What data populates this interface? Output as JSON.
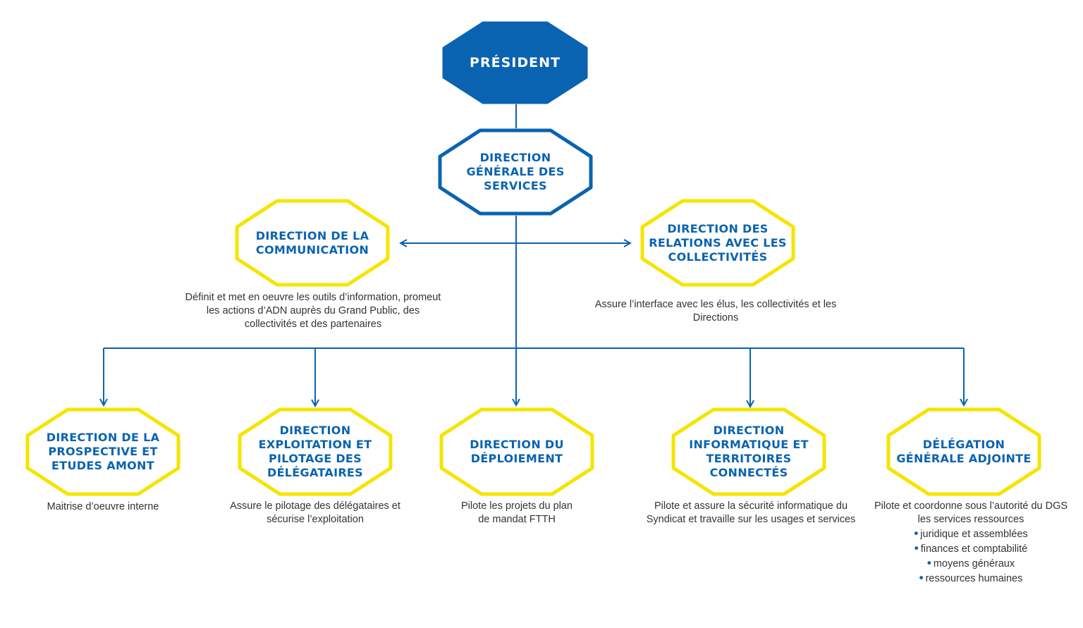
{
  "colors": {
    "blue": "#0a63b0",
    "yellow": "#f5e400",
    "text": "#333333"
  },
  "nodes": {
    "president": {
      "label": "PRÉSIDENT"
    },
    "dgs": {
      "label": "DIRECTION GÉNÉRALE DES SERVICES"
    },
    "communication": {
      "label": "DIRECTION DE LA COMMUNICATION",
      "desc": "Définit et met en oeuvre les outils d’information, promeut les actions d’ADN auprès du Grand Public, des collectivités et des partenaires"
    },
    "relations": {
      "label": "DIRECTION DES RELATIONS AVEC LES COLLECTIVITÉS",
      "desc": "Assure l’interface avec les élus, les collectivités et les Directions"
    },
    "prospective": {
      "label": "DIRECTION DE LA PROSPECTIVE ET ETUDES AMONT",
      "desc": "Maitrise d’oeuvre interne"
    },
    "exploitation": {
      "label": "DIRECTION EXPLOITATION ET PILOTAGE DES DÉLÉGATAIRES",
      "desc": "Assure le pilotage des délégataires et sécurise l’exploitation"
    },
    "deploiement": {
      "label": "DIRECTION DU DÉPLOIEMENT",
      "desc": "Pilote les projets du plan de mandat FTTH"
    },
    "informatique": {
      "label": "DIRECTION INFORMATIQUE ET TERRITOIRES CONNECTÉS",
      "desc": "Pilote et assure la sécurité informatique du Syndicat et travaille sur les usages et services"
    },
    "delegation": {
      "label": "DÉLÉGATION GÉNÉRALE ADJOINTE",
      "desc": "Pilote et coordonne sous l’autorité du DGS les services ressources",
      "bullets": [
        "juridique et assemblées",
        "finances et comptabilité",
        "moyens généraux",
        "ressources humaines"
      ]
    }
  }
}
